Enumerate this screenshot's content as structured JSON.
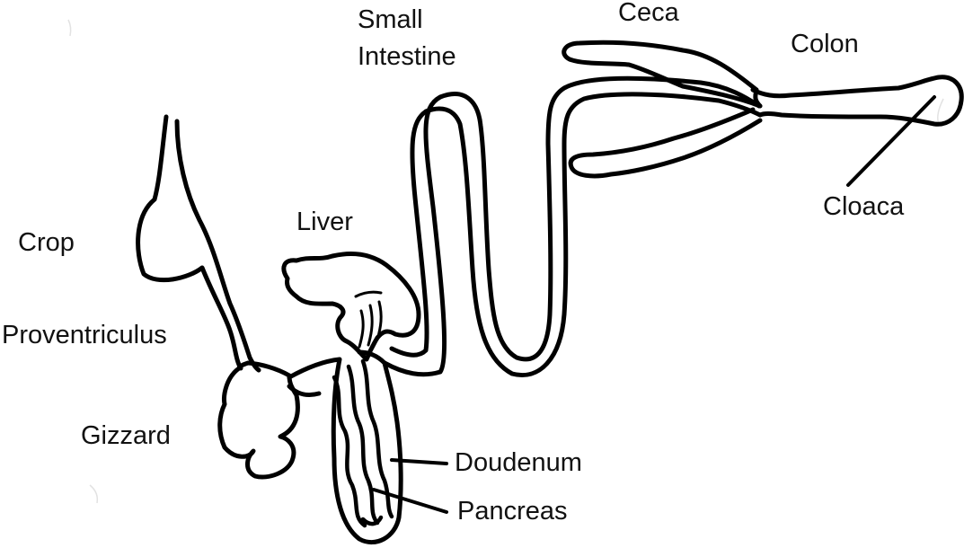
{
  "labels": {
    "small_intestine_line1": "Small",
    "small_intestine_line2": "Intestine",
    "ceca": "Ceca",
    "colon": "Colon",
    "cloaca": "Cloaca",
    "liver": "Liver",
    "crop": "Crop",
    "proventriculus": "Proventriculus",
    "gizzard": "Gizzard",
    "doudenum": "Doudenum",
    "pancreas": "Pancreas"
  }
}
